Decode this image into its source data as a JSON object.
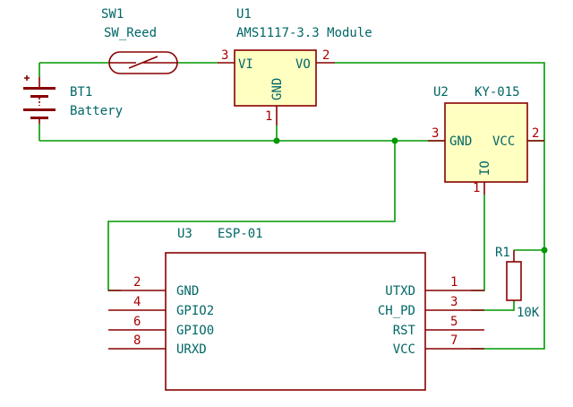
{
  "colors": {
    "wire": "#009900",
    "component_outline": "#880000",
    "component_fill": "#ffffc2",
    "text": "#006666",
    "pin_number": "#aa0000",
    "background": "#ffffff"
  },
  "components": {
    "sw1": {
      "ref": "SW1",
      "value": "SW_Reed"
    },
    "bt1": {
      "ref": "BT1",
      "value": "Battery"
    },
    "u1": {
      "ref": "U1",
      "value": "AMS1117-3.3 Module",
      "pins": {
        "vi": {
          "number": "3",
          "name": "VI"
        },
        "vo": {
          "number": "2",
          "name": "VO"
        },
        "gnd": {
          "number": "1",
          "name": "GND"
        }
      }
    },
    "u2": {
      "ref": "U2",
      "value": "KY-015",
      "pins": {
        "gnd": {
          "number": "3",
          "name": "GND"
        },
        "vcc": {
          "number": "2",
          "name": "VCC"
        },
        "io": {
          "number": "1",
          "name": "IO"
        }
      }
    },
    "r1": {
      "ref": "R1",
      "value": "10K"
    },
    "u3": {
      "ref": "U3",
      "value": "ESP-01",
      "left_pins": [
        {
          "number": "2",
          "name": "GND"
        },
        {
          "number": "4",
          "name": "GPIO2"
        },
        {
          "number": "6",
          "name": "GPIO0"
        },
        {
          "number": "8",
          "name": "URXD"
        }
      ],
      "right_pins": [
        {
          "number": "1",
          "name": "UTXD"
        },
        {
          "number": "3",
          "name": "CH_PD"
        },
        {
          "number": "5",
          "name": "RST"
        },
        {
          "number": "7",
          "name": "VCC"
        }
      ]
    }
  }
}
